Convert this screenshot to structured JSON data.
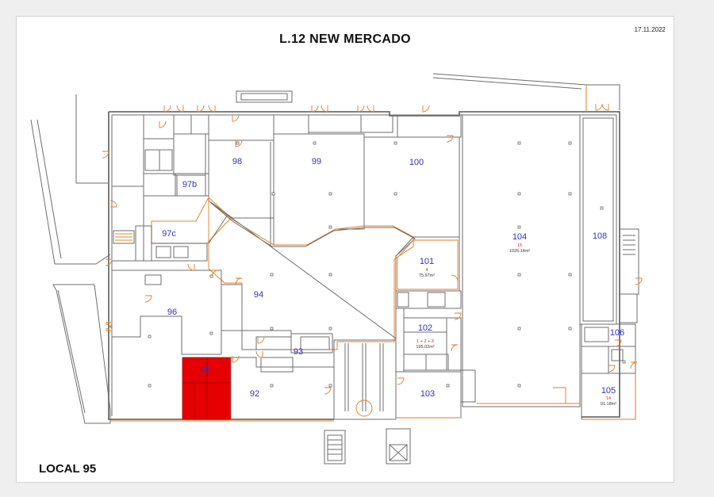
{
  "plan": {
    "title": "L.12 NEW MERCADO",
    "date": "17.11.2022",
    "local": "LOCAL 95",
    "highlight_color": "#e60000",
    "label_color": "#2f31c8",
    "door_color": "#e87a22"
  },
  "units": {
    "u92": "92",
    "u93": "93",
    "u94": "94",
    "u95": "95",
    "u96": "96",
    "u97b": "97b",
    "u97c": "97c",
    "u98": "98",
    "u99": "99",
    "u100": "100",
    "u101": "101",
    "u101_num": "4",
    "u101_area": "75.97m²",
    "u102": "102",
    "u102_num": "1 + 2 + 3",
    "u102_area": "195.02m²",
    "u103": "103",
    "u104": "104",
    "u104_num": "15",
    "u104_area": "1026.14m²",
    "u105": "105",
    "u105_num": "14",
    "u105_area": "91.18m²",
    "u106": "106",
    "u108": "108"
  }
}
